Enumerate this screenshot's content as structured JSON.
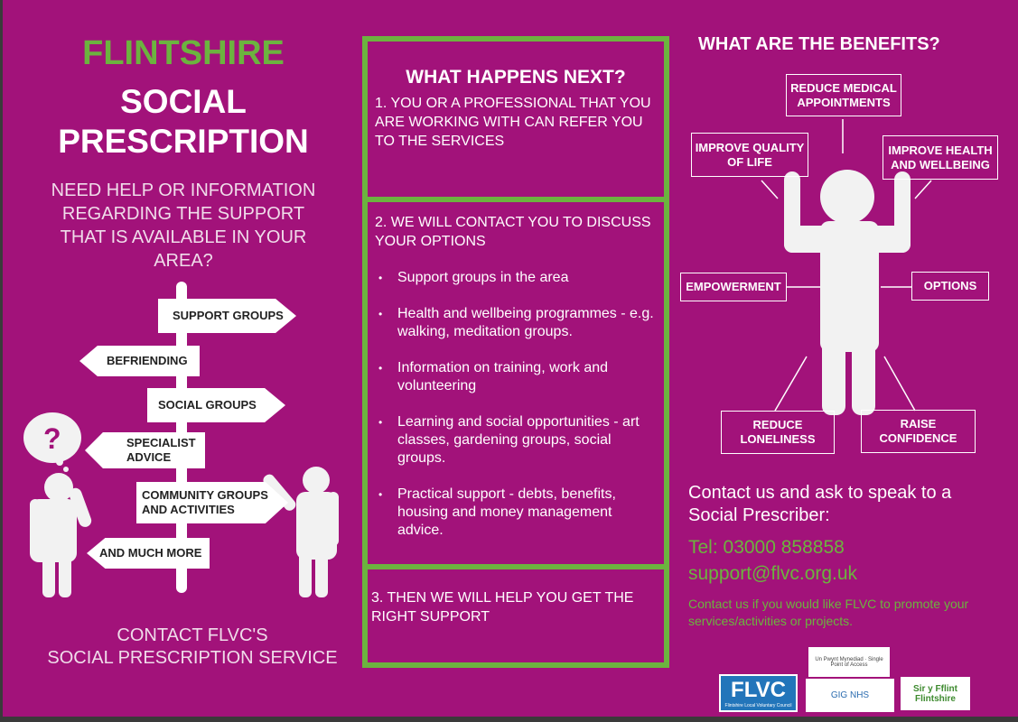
{
  "left": {
    "title_line1": "FLINTSHIRE",
    "title_line2": "SOCIAL",
    "title_line3": "PRESCRIPTION",
    "intro": "NEED HELP OR INFORMATION REGARDING THE SUPPORT THAT IS AVAILABLE IN YOUR AREA?",
    "question_mark": "?",
    "signs": [
      "SUPPORT GROUPS",
      "BEFRIENDING",
      "SOCIAL GROUPS",
      "SPECIALIST ADVICE",
      "COMMUNITY GROUPS AND ACTIVITIES",
      "AND MUCH MORE"
    ],
    "contact_line1": "CONTACT FLVC'S",
    "contact_line2": "SOCIAL PRESCRIPTION SERVICE"
  },
  "middle": {
    "heading": "WHAT HAPPENS NEXT?",
    "step1": "1. YOU OR A PROFESSIONAL THAT YOU ARE WORKING WITH CAN REFER YOU TO THE SERVICES",
    "step2": "2. WE WILL CONTACT YOU TO DISCUSS YOUR OPTIONS",
    "bullets": [
      "Support groups in the area",
      "Health and wellbeing programmes - e.g. walking, meditation groups.",
      "Information on training, work and volunteering",
      "Learning and social opportunities - art classes, gardening groups, social groups.",
      "Practical support - debts, benefits, housing and money management advice."
    ],
    "step3": "3. THEN WE WILL HELP YOU GET THE RIGHT SUPPORT"
  },
  "right": {
    "heading": "WHAT ARE THE BENEFITS?",
    "benefits": [
      "REDUCE MEDICAL APPOINTMENTS",
      "IMPROVE QUALITY OF LIFE",
      "IMPROVE HEALTH AND WELLBEING",
      "EMPOWERMENT",
      "OPTIONS",
      "REDUCE LONELINESS",
      "RAISE CONFIDENCE"
    ],
    "contact_text": "Contact us and ask to speak to a Social Prescriber:",
    "tel": "Tel: 03000 858858",
    "email": "support@flvc.org.uk",
    "promote": "Contact us if you would like FLVC to promote your services/activities or projects."
  },
  "logos": {
    "flvc": "FLVC",
    "flvc_sub": "Flintshire Local Voluntary Council",
    "spoa": "Un Pwynt Mynediad · Single Point of Access",
    "nhs": "GIG NHS",
    "council": "Sir y Fflint Flintshire"
  },
  "colors": {
    "background": "#a2127a",
    "accent": "#6cb33f"
  }
}
